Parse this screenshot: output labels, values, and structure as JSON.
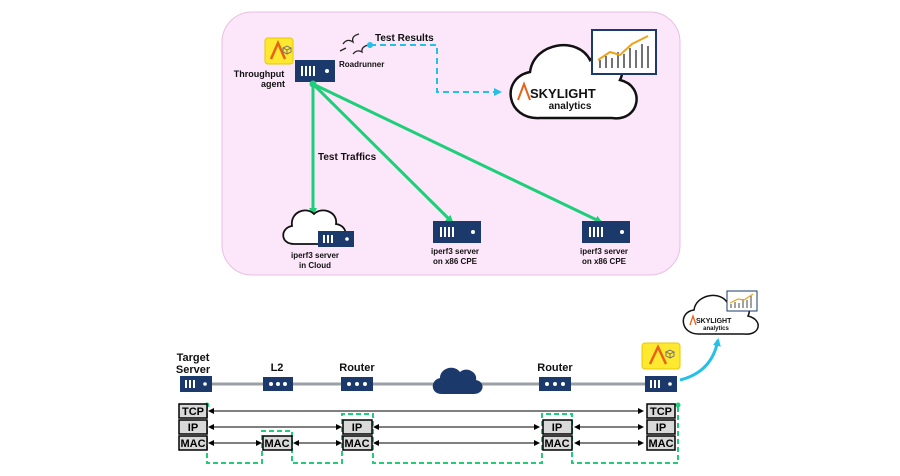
{
  "top": {
    "agent_label_1": "Throughput",
    "agent_label_2": "agent",
    "roadrunner_label": "Roadrunner",
    "test_results_label": "Test Results",
    "test_traffics_label": "Test Traffics",
    "skylight_brand": "SKYLIGHT",
    "skylight_sub": "analytics",
    "servers": [
      {
        "line1": "iperf3 server",
        "line2": "in Cloud"
      },
      {
        "line1": "iperf3 server",
        "line2": "on x86 CPE"
      },
      {
        "line1": "iperf3 server",
        "line2": "on x86 CPE"
      }
    ]
  },
  "bottom": {
    "skylight_brand": "SKYLIGHT",
    "skylight_sub": "analytics",
    "target_server_1": "Target",
    "target_server_2": "Server",
    "l2_label": "L2",
    "router_left": "Router",
    "router_right": "Router",
    "tcp": "TCP",
    "ip": "IP",
    "mac": "MAC"
  },
  "colors": {
    "panel_bg": "#fce6fa",
    "panel_border": "#e8bfe4",
    "green": "#1ecf7a",
    "cyan": "#22c1e8",
    "device": "#1b3a6b",
    "stack_box": "#d9d9d9"
  }
}
